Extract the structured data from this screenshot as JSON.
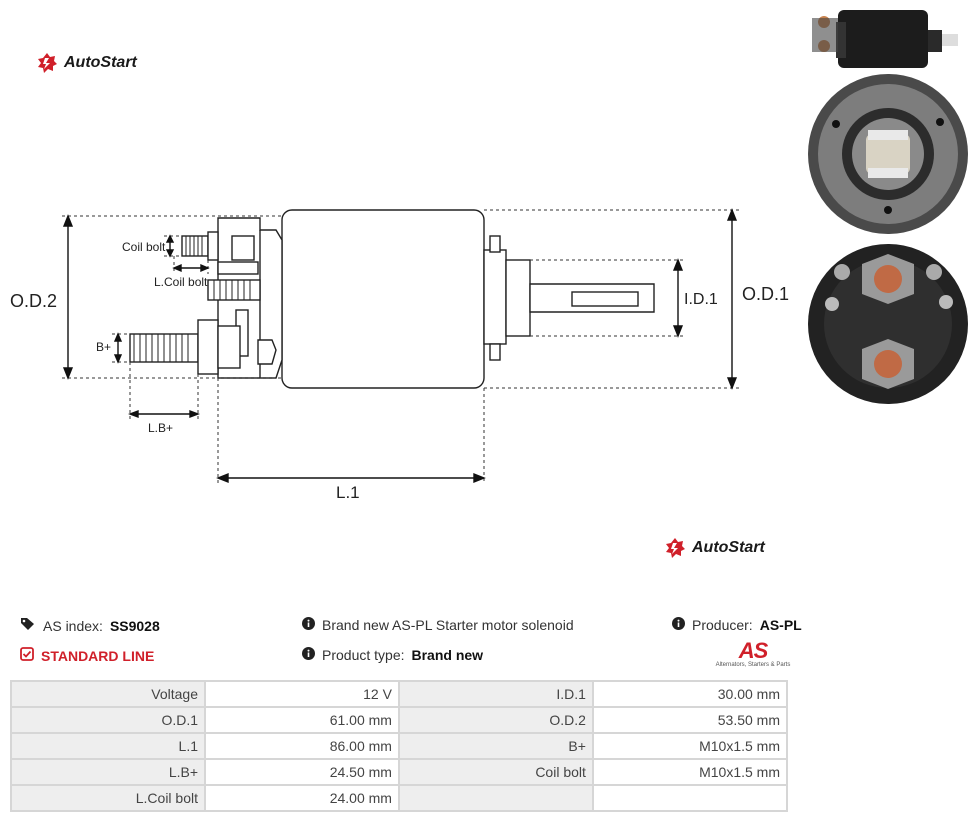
{
  "brand": {
    "name": "AutoStart"
  },
  "drawing": {
    "labels": {
      "od2": "O.D.2",
      "od1": "O.D.1",
      "id1": "I.D.1",
      "l1": "L.1",
      "coil_bolt": "Coil bolt",
      "l_coil_bolt": "L.Coil bolt",
      "b_plus": "B+",
      "lb_plus": "L.B+"
    }
  },
  "info": {
    "as_index_label": "AS index:",
    "as_index_value": "SS9028",
    "description": "Brand new AS-PL Starter motor solenoid",
    "producer_label": "Producer:",
    "producer_value": "AS-PL",
    "line_label": "STANDARD LINE",
    "product_type_label": "Product type:",
    "product_type_value": "Brand new",
    "as_logo_text": "AS",
    "as_logo_tagline": "Alternators, Starters & Parts"
  },
  "specs": [
    [
      {
        "k": "Voltage",
        "v": "12 V"
      },
      {
        "k": "I.D.1",
        "v": "30.00 mm"
      }
    ],
    [
      {
        "k": "O.D.1",
        "v": "61.00 mm"
      },
      {
        "k": "O.D.2",
        "v": "53.50 mm"
      }
    ],
    [
      {
        "k": "L.1",
        "v": "86.00 mm"
      },
      {
        "k": "B+",
        "v": "M10x1.5 mm"
      }
    ],
    [
      {
        "k": "L.B+",
        "v": "24.50 mm"
      },
      {
        "k": "Coil bolt",
        "v": "M10x1.5 mm"
      }
    ],
    [
      {
        "k": "L.Coil bolt",
        "v": "24.00 mm"
      },
      {
        "k": "",
        "v": ""
      }
    ]
  ],
  "colors": {
    "accent_red": "#d0202a",
    "table_key_bg": "#eeeeee",
    "table_border": "#d6d6d6"
  }
}
